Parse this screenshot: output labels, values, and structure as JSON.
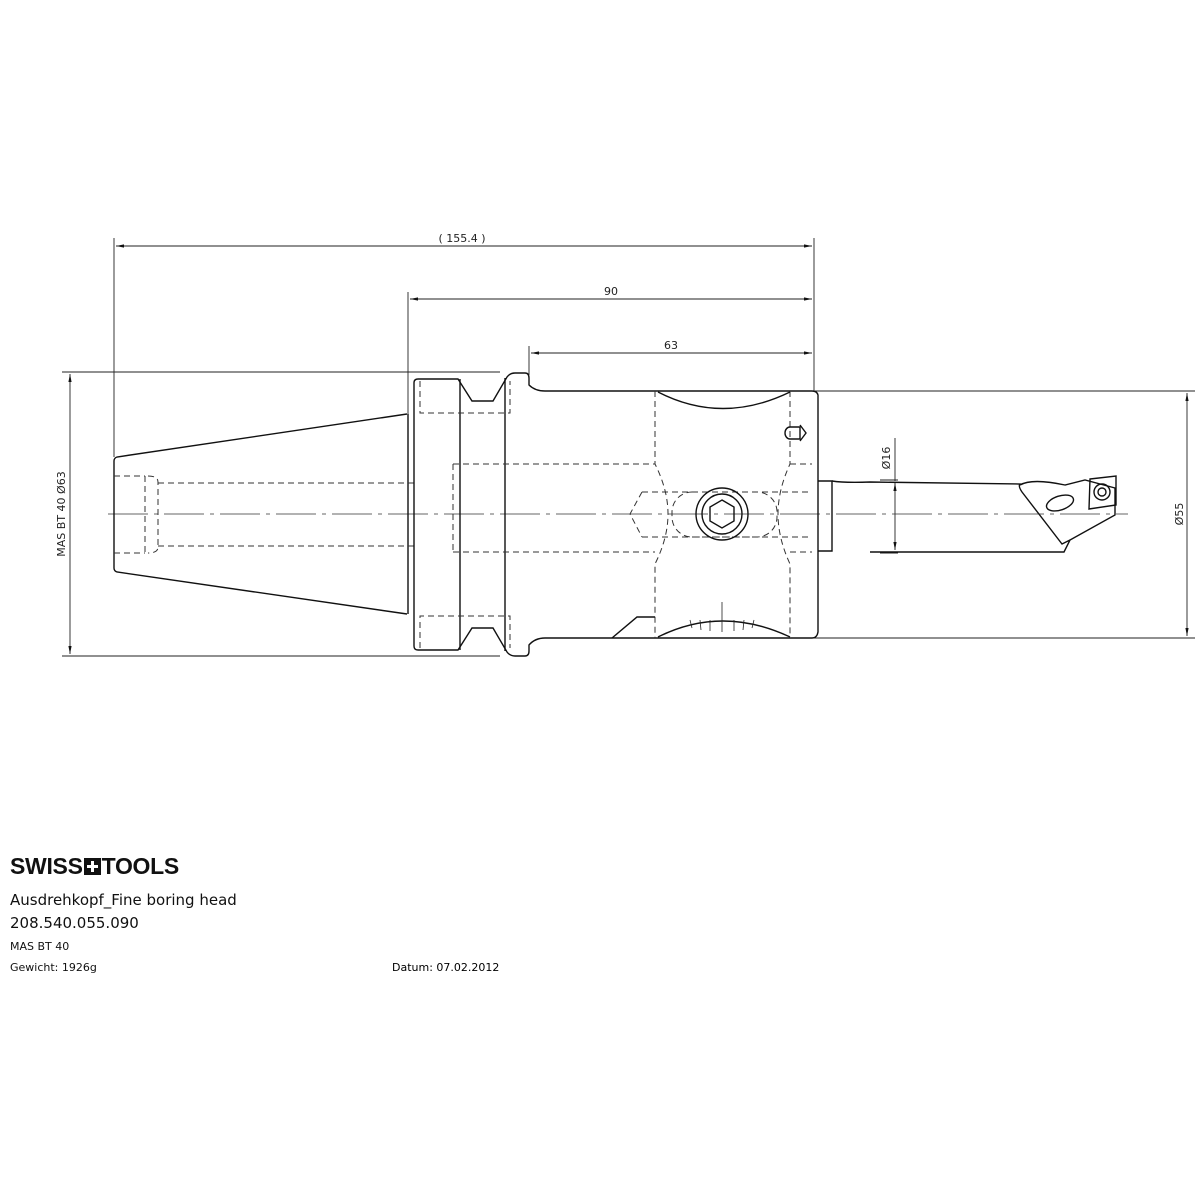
{
  "drawing": {
    "dimensions": {
      "overall_length": "( 155.4 )",
      "length_90": "90",
      "length_63": "63",
      "taper_diameter": "MAS BT 40  Ø63",
      "head_diameter": "Ø55",
      "bar_diameter": "Ø16"
    }
  },
  "title_block": {
    "logo_left": "SWISS",
    "logo_right": "TOOLS",
    "title": "Ausdrehkopf_Fine boring head",
    "article_number": "208.540.055.090",
    "spec": "MAS BT 40",
    "weight": "Gewicht: 1926g",
    "date": "Datum: 07.02.2012"
  }
}
